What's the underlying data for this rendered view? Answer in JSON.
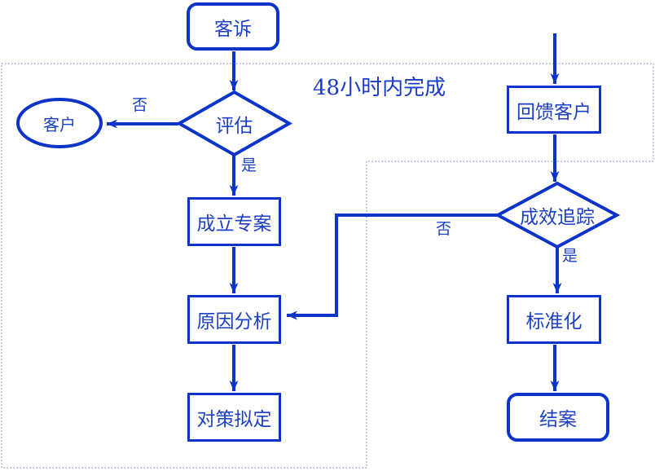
{
  "diagram": {
    "note": "48小时内完成",
    "nodes": {
      "complaint": {
        "label": "客诉",
        "type": "rounded-rectangle"
      },
      "evaluate": {
        "label": "评估",
        "type": "diamond"
      },
      "customer": {
        "label": "客户",
        "type": "ellipse"
      },
      "project": {
        "label": "成立专案",
        "type": "rectangle"
      },
      "analysis": {
        "label": "原因分析",
        "type": "rectangle"
      },
      "countermeasure": {
        "label": "对策拟定",
        "type": "rectangle"
      },
      "feedback": {
        "label": "回馈客户",
        "type": "rectangle"
      },
      "tracking": {
        "label": "成效追踪",
        "type": "diamond"
      },
      "standardize": {
        "label": "标准化",
        "type": "rectangle"
      },
      "close": {
        "label": "结案",
        "type": "rounded-rectangle"
      }
    },
    "edge_labels": {
      "no_left": "否",
      "yes_left": "是",
      "no_right": "否",
      "yes_right": "是"
    },
    "colors": {
      "line": "#0c34c8",
      "text": "#1d3fc6",
      "dashed_border": "#8594cb",
      "background": "#ffffff"
    }
  }
}
